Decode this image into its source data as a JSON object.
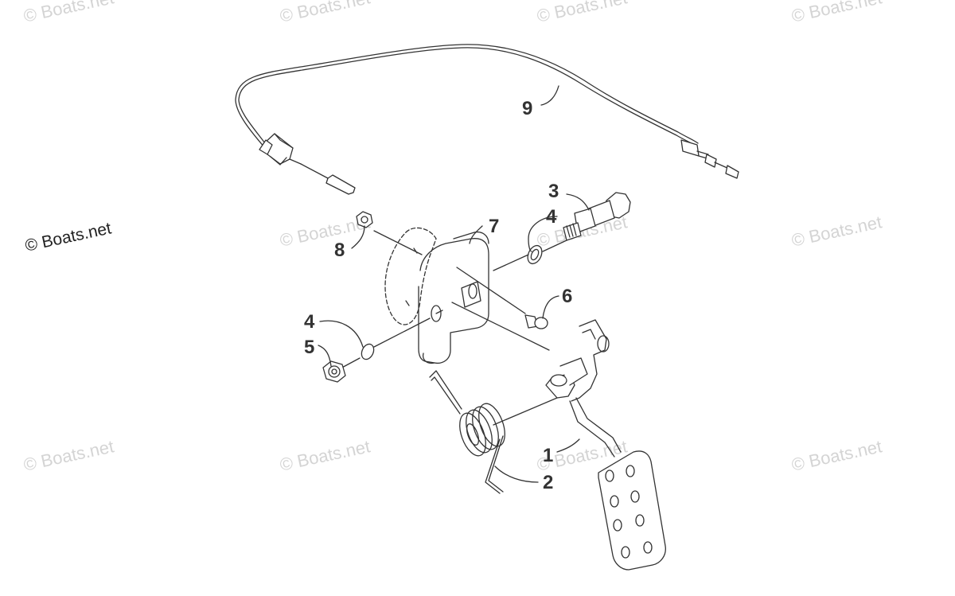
{
  "watermark": "© Boats.net",
  "callouts": [
    {
      "id": "callout-1",
      "label": "1"
    },
    {
      "id": "callout-2",
      "label": "2"
    },
    {
      "id": "callout-3",
      "label": "3"
    },
    {
      "id": "callout-4-upper",
      "label": "4"
    },
    {
      "id": "callout-4-lower",
      "label": "4"
    },
    {
      "id": "callout-5",
      "label": "5"
    },
    {
      "id": "callout-6",
      "label": "6"
    },
    {
      "id": "callout-7",
      "label": "7"
    },
    {
      "id": "callout-8",
      "label": "8"
    },
    {
      "id": "callout-9",
      "label": "9"
    }
  ],
  "colors": {
    "line": "#333333",
    "watermark": "#d4d4d4"
  }
}
